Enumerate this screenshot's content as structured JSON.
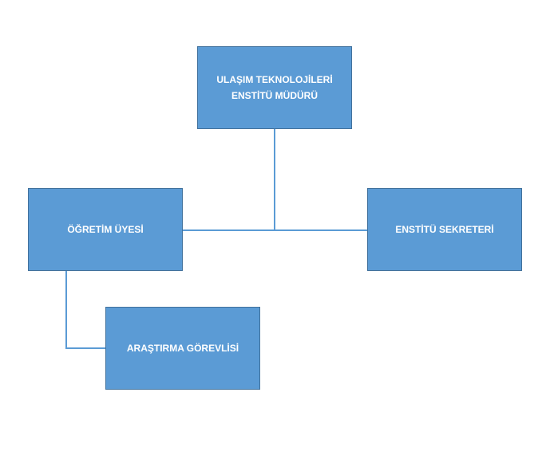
{
  "org_chart": {
    "nodes": {
      "director": {
        "label_line1": "ULAŞIM TEKNOLOJİLERİ",
        "label_line2": "ENSTİTÜ MÜDÜRÜ"
      },
      "faculty": {
        "label": "ÖĞRETİM ÜYESİ"
      },
      "secretary": {
        "label": "ENSTİTÜ SEKRETERİ"
      },
      "assistant": {
        "label": "ARAŞTIRMA GÖREVLİSİ"
      }
    },
    "relations": [
      {
        "from": "director",
        "to": "faculty"
      },
      {
        "from": "director",
        "to": "secretary"
      },
      {
        "from": "faculty",
        "to": "assistant"
      }
    ],
    "colors": {
      "node_fill": "#5b9bd5",
      "node_border": "#41719c",
      "connector": "#5b9bd5",
      "text": "#ffffff"
    }
  }
}
